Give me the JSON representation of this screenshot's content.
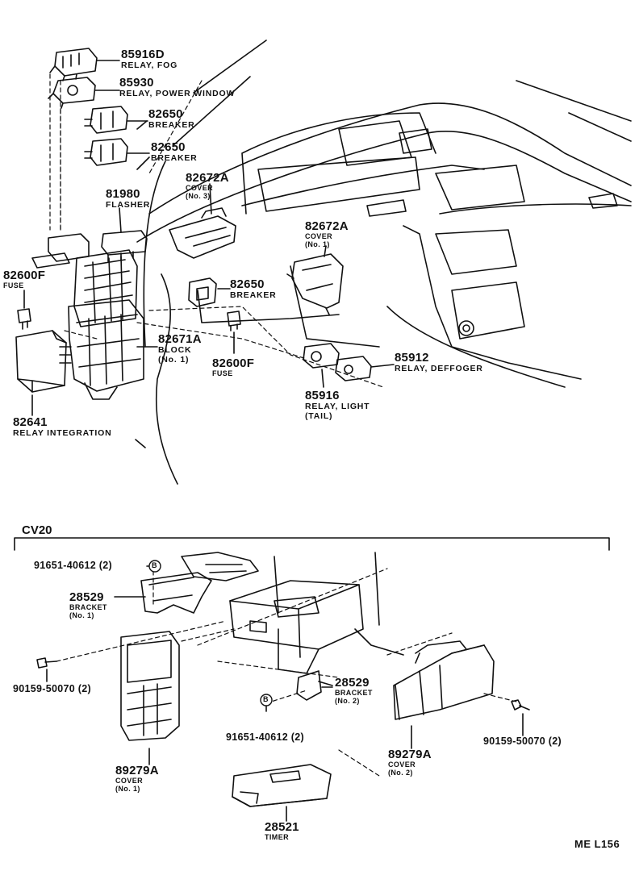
{
  "parts": [
    {
      "id": "relay-fog",
      "number": "85916D",
      "desc": [
        "RELAY, FOG"
      ]
    },
    {
      "id": "relay-power-window",
      "number": "85930",
      "desc": [
        "RELAY, POWER WINDOW"
      ]
    },
    {
      "id": "breaker-a",
      "number": "82650",
      "desc": [
        "BREAKER"
      ]
    },
    {
      "id": "breaker-b",
      "number": "82650",
      "desc": [
        "BREAKER"
      ]
    },
    {
      "id": "cover-no3",
      "number": "82672A",
      "desc": [
        "COVER",
        "(No. 3)"
      ]
    },
    {
      "id": "flasher",
      "number": "81980",
      "desc": [
        "FLASHER"
      ]
    },
    {
      "id": "cover-no1",
      "number": "82672A",
      "desc": [
        "COVER",
        "(No. 1)"
      ]
    },
    {
      "id": "fuse-left",
      "number": "82600F",
      "desc": [
        "FUSE"
      ]
    },
    {
      "id": "breaker-c",
      "number": "82650",
      "desc": [
        "BREAKER"
      ]
    },
    {
      "id": "block-no1",
      "number": "82671A",
      "desc": [
        "BLOCK",
        "(No. 1)"
      ]
    },
    {
      "id": "relay-defogger",
      "number": "85912",
      "desc": [
        "RELAY, DEFFOGER"
      ]
    },
    {
      "id": "fuse-center",
      "number": "82600F",
      "desc": [
        "FUSE"
      ]
    },
    {
      "id": "relay-light",
      "number": "85916",
      "desc": [
        "RELAY, LIGHT",
        "(TAIL)"
      ]
    },
    {
      "id": "relay-integration",
      "number": "82641",
      "desc": [
        "RELAY INTEGRATION"
      ]
    }
  ],
  "section": {
    "label": "CV20"
  },
  "cv20_parts": [
    {
      "id": "bolt-b-top",
      "text": "91651-40612 (2)"
    },
    {
      "id": "bracket-no1",
      "number": "28529",
      "desc": [
        "BRACKET",
        "(No. 1)"
      ]
    },
    {
      "id": "screw-left",
      "text": "90159-50070 (2)"
    },
    {
      "id": "bracket-no2",
      "number": "28529",
      "desc": [
        "BRACKET",
        "(No. 2)"
      ]
    },
    {
      "id": "bolt-b-bottom",
      "text": "91651-40612 (2)"
    },
    {
      "id": "cover-89279a-no1",
      "number": "89279A",
      "desc": [
        "COVER",
        "(No. 1)"
      ]
    },
    {
      "id": "cover-89279a-no2",
      "number": "89279A",
      "desc": [
        "COVER",
        "(No. 2)"
      ]
    },
    {
      "id": "screw-right",
      "text": "90159-50070 (2)"
    },
    {
      "id": "timer",
      "number": "28521",
      "desc": [
        "TIMER"
      ]
    }
  ],
  "markers": {
    "bolt_marker": "B"
  },
  "drawing_code": "ME L156"
}
